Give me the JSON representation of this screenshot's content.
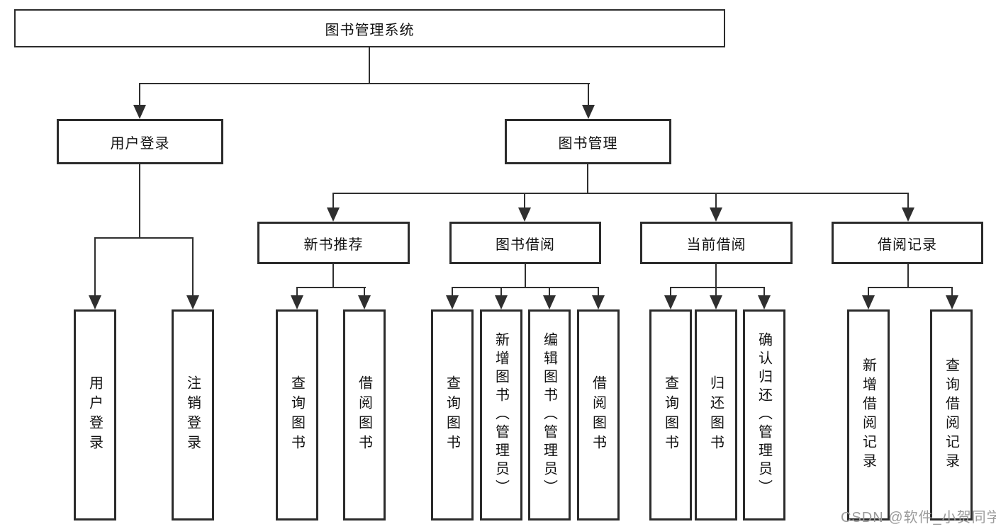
{
  "diagram": {
    "root": "图书管理系统",
    "level2": [
      "用户登录",
      "图书管理"
    ],
    "level3": [
      "新书推荐",
      "图书借阅",
      "当前借阅",
      "借阅记录"
    ],
    "leaves": {
      "login": [
        "用户登录",
        "注销登录"
      ],
      "recommend": [
        "查询图书",
        "借阅图书"
      ],
      "borrow": [
        "查询图书",
        "新增图书（管理员）",
        "编辑图书（管理员）",
        "借阅图书"
      ],
      "current": [
        "查询图书",
        "归还图书",
        "确认归还（管理员）"
      ],
      "record": [
        "新增借阅记录",
        "查询借阅记录"
      ]
    }
  },
  "watermark": "CSDN @软件_小贺同学",
  "colors": {
    "background": "#ffffff",
    "line": "#2f2f2f",
    "box_border": "#2b2b2b",
    "text": "#111111",
    "watermark": "#9b9b9b"
  }
}
